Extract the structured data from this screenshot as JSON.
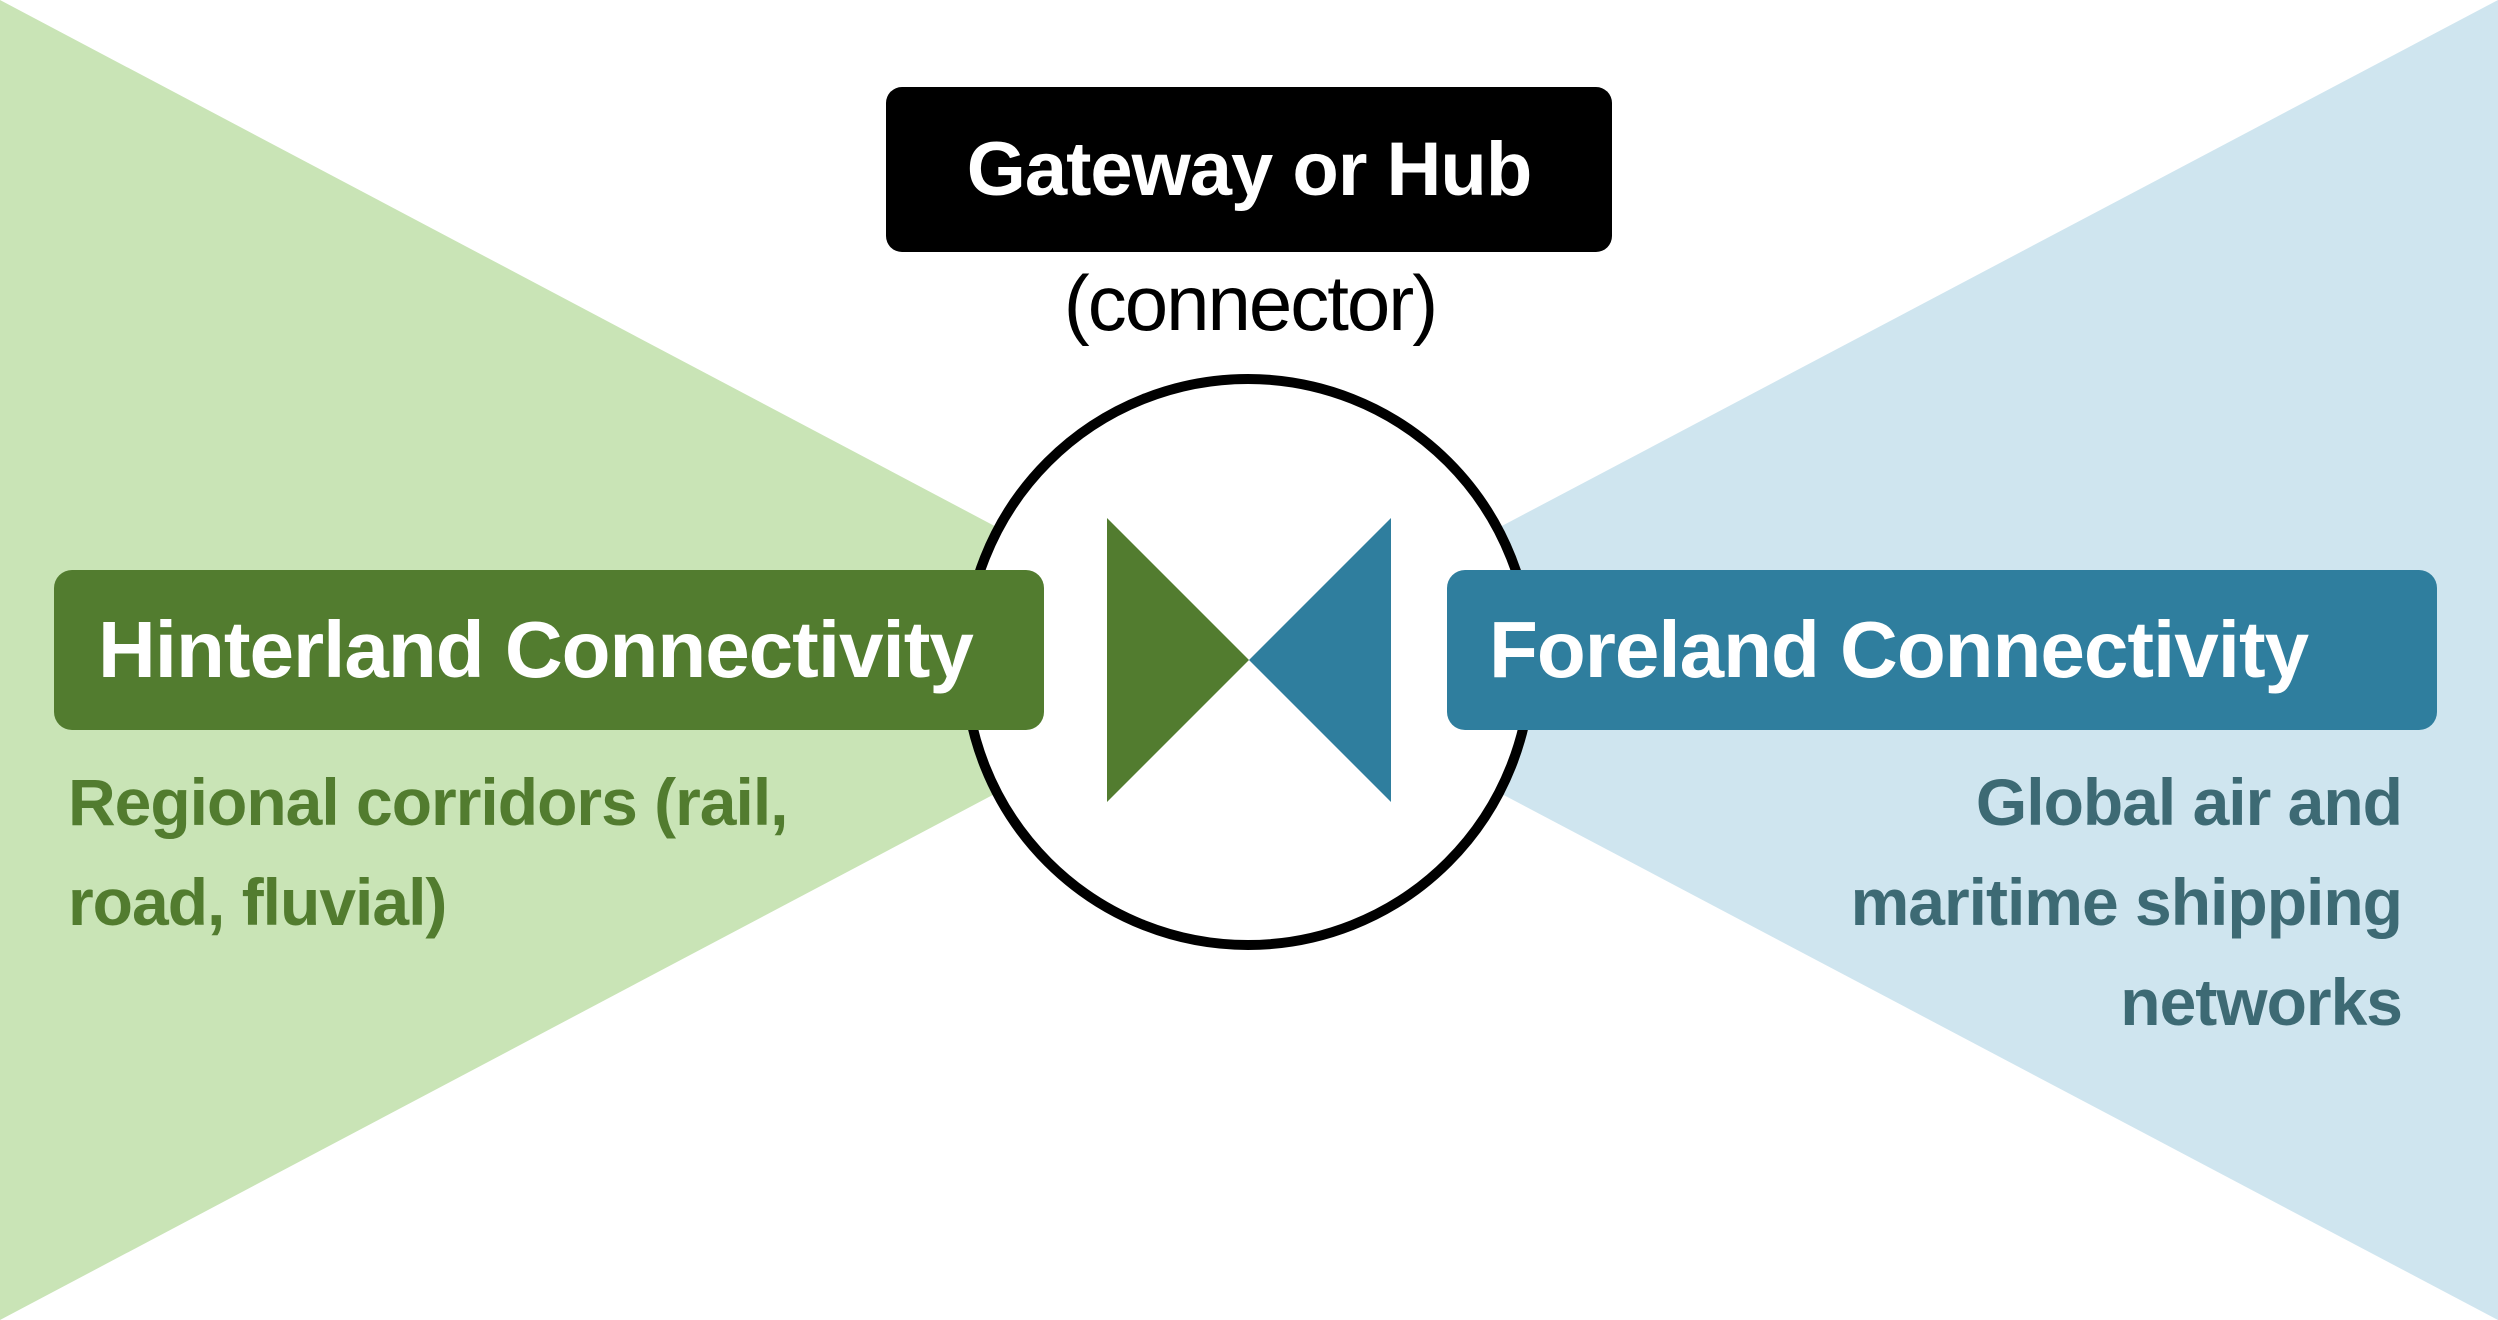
{
  "gateway": {
    "title": "Gateway or Hub",
    "subtitle": "(connector)"
  },
  "hinterland": {
    "title": "Hinterland Connectivity",
    "description_lines": [
      "Regional corridors (rail,",
      "road, fluvial)"
    ]
  },
  "foreland": {
    "title": "Foreland Connectivity",
    "description_lines": [
      "Global air and",
      "maritime shipping",
      "networks"
    ]
  },
  "colors": {
    "hinterland_dark": "#527c2f",
    "hinterland_light": "#c9e4b6",
    "foreland_dark": "#2f7e9e",
    "foreland_light": "#cfe5ef",
    "foreland_text": "#3d6a74",
    "gateway": "#000000"
  },
  "icons": {
    "connector_symbol": "bowtie-icon"
  }
}
